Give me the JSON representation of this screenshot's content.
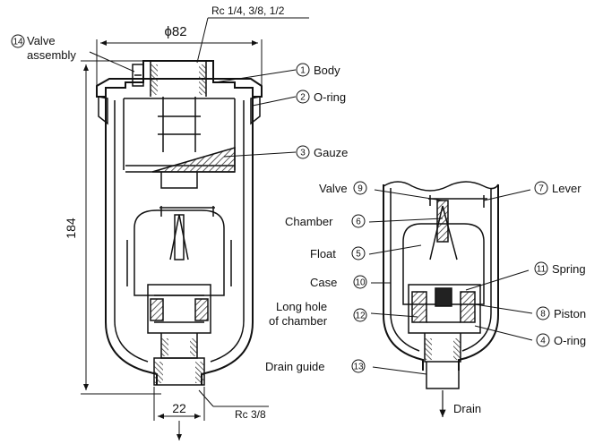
{
  "colors": {
    "line": "#111111",
    "hatch": "#555555",
    "background": "#ffffff"
  },
  "dimensions": {
    "top_diameter": "ϕ82",
    "top_port": "Rc 1/4, 3/8, 1/2",
    "height": "184",
    "bottom_width": "22",
    "bottom_port": "Rc 3/8"
  },
  "left_labels": {
    "valve_assembly_num": "14",
    "valve_assembly_line1": "Valve",
    "valve_assembly_line2": "assembly",
    "body_num": "1",
    "body": "Body",
    "oring_num": "2",
    "oring": "O-ring",
    "gauze_num": "3",
    "gauze": "Gauze"
  },
  "right_labels": {
    "valve": "Valve",
    "valve_num": "9",
    "chamber": "Chamber",
    "chamber_num": "6",
    "float": "Float",
    "float_num": "5",
    "case": "Case",
    "case_num": "10",
    "long_hole_line1": "Long hole",
    "long_hole_line2": "of chamber",
    "long_hole_num": "12",
    "drain_guide": "Drain guide",
    "drain_guide_num": "13",
    "lever_num": "7",
    "lever": "Lever",
    "spring_num": "11",
    "spring": "Spring",
    "piston_num": "8",
    "piston": "Piston",
    "oring_num": "4",
    "oring": "O-ring",
    "drain": "Drain"
  }
}
